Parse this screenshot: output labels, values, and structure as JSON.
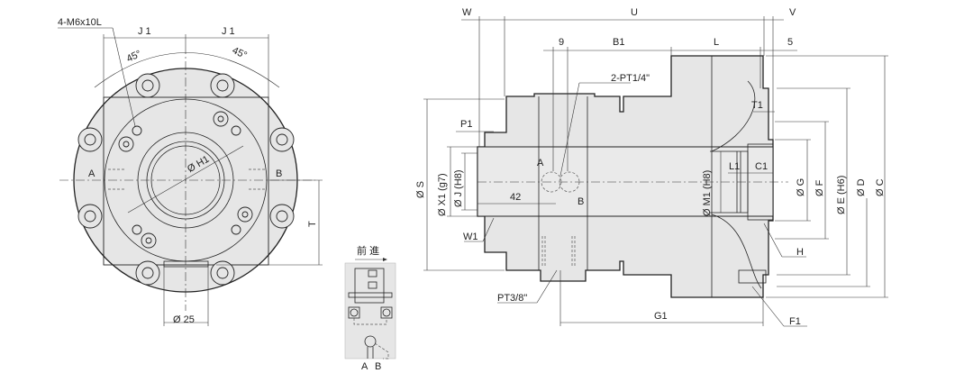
{
  "front_view": {
    "thread_label": "4-M6x10L",
    "j1_left": "J 1",
    "j1_right": "J 1",
    "angle_left": "45°",
    "angle_right": "45°",
    "port_a": "A",
    "port_b": "B",
    "h1_label": "Ø H1",
    "t_label": "T",
    "d25_label": "Ø 25"
  },
  "schematic": {
    "title": "前 進",
    "port_a": "A",
    "port_b": "B"
  },
  "side_view": {
    "w": "W",
    "u": "U",
    "v": "V",
    "nine": "9",
    "b1": "B1",
    "l": "L",
    "five": "5",
    "pt14": "2-PT1/4\"",
    "p1": "P1",
    "t1": "T1",
    "s": "Ø S",
    "x1": "Ø X1 (g7)",
    "j": "Ø J (H8)",
    "a": "A",
    "b": "B",
    "forty_two": "42",
    "m1": "Ø M1 (H8)",
    "l1": "L1",
    "c1": "C1",
    "g": "Ø G",
    "f": "Ø F",
    "e": "Ø E (H6)",
    "d": "Ø D",
    "c": "Ø C",
    "w1": "W1",
    "h": "H",
    "pt38": "PT3/8\"",
    "g1": "G1",
    "f1": "F1"
  }
}
